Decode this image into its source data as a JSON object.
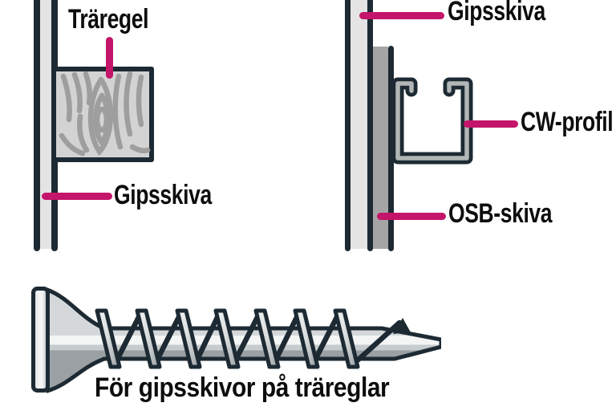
{
  "title": "Drywall screw mounting diagram",
  "colors": {
    "outline": "#1d2a33",
    "magenta": "#c4156b",
    "board_fill": "#e4e4e4",
    "osb_fill": "#a5a5a5",
    "wood_fill": "#d3d3d3",
    "wood_grain": "#9e9e9e",
    "profile_gray": "#b2b6b6",
    "text_color": "#0d0d0d",
    "background": "#ffffff"
  },
  "left_diagram": {
    "traregel_label": "Träregel",
    "gipsskiva_label": "Gipsskiva"
  },
  "right_diagram": {
    "gipsskiva_label": "Gipsskiva",
    "cw_profil_label": "CW-profil",
    "osb_skiva_label": "OSB-skiva"
  },
  "screw": {
    "caption": "För gipsskivor på träreglar"
  }
}
